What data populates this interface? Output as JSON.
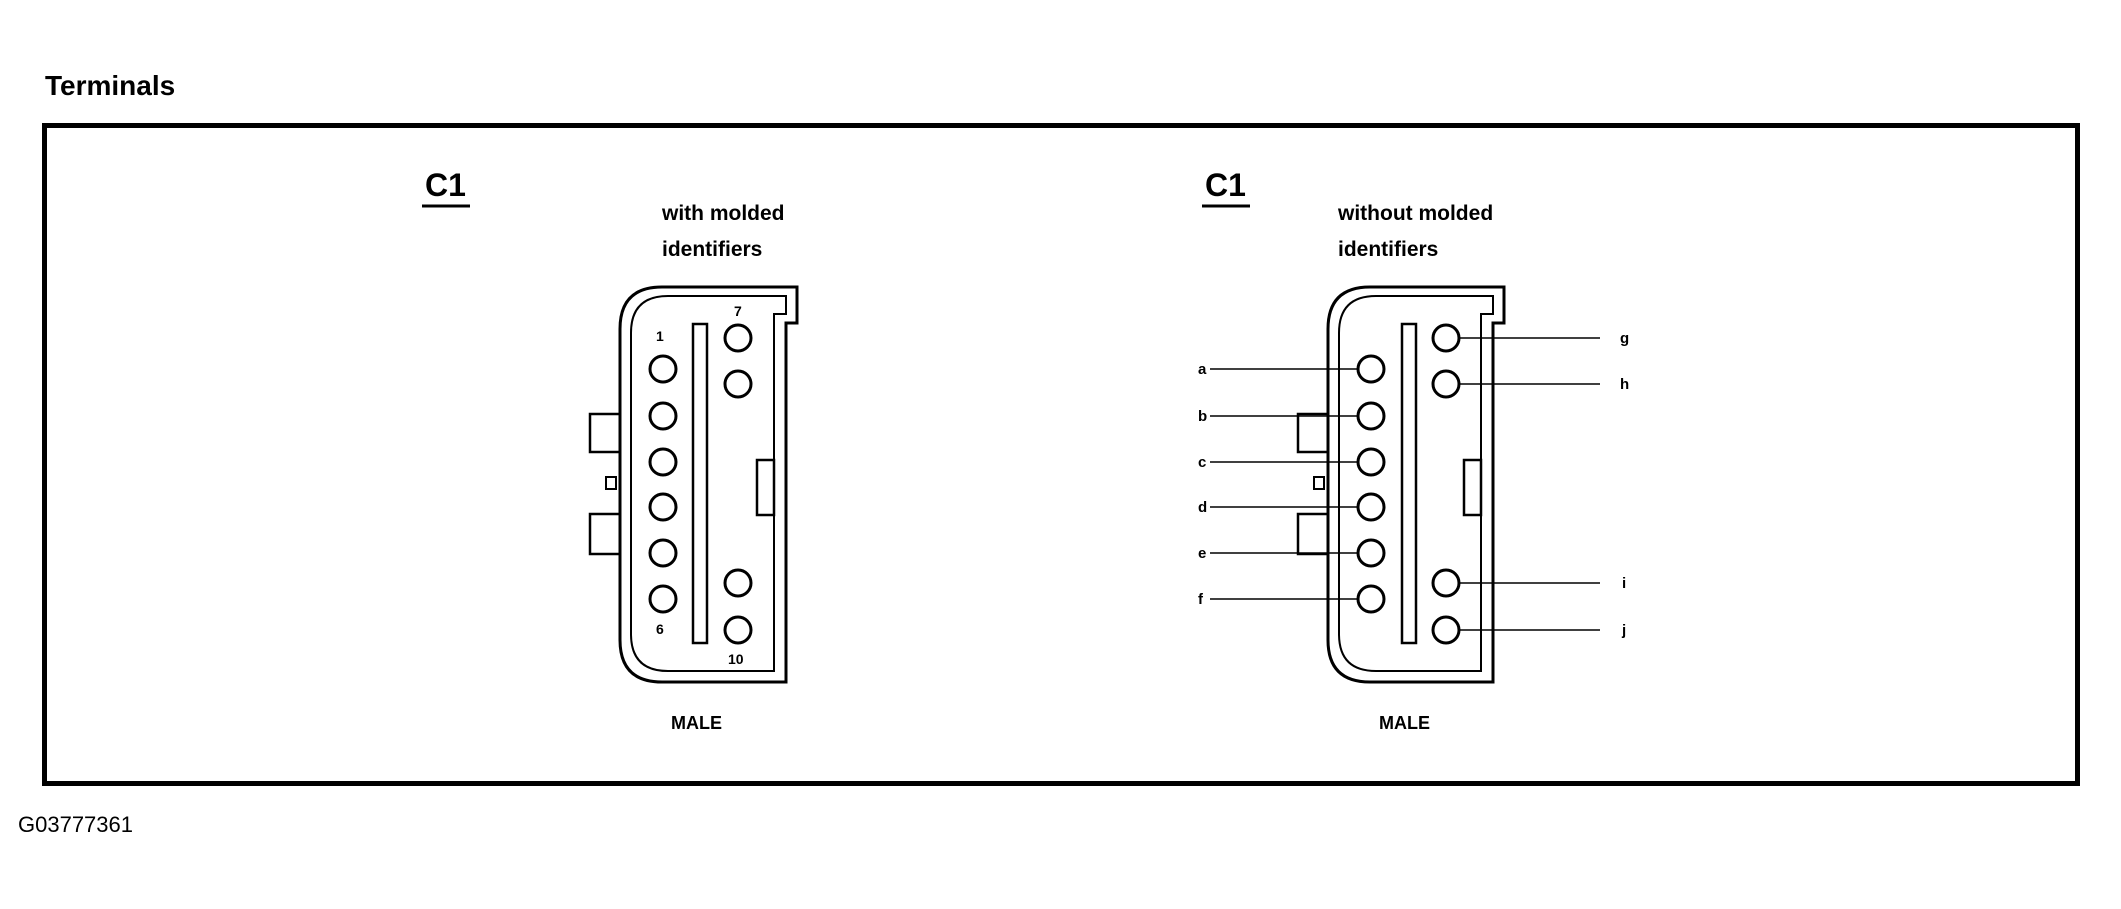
{
  "title": "Terminals",
  "footer_id": "G03777361",
  "connectors": [
    {
      "label": "C1",
      "subtitle_line1": "with molded",
      "subtitle_line2": "identifiers",
      "gender": "MALE",
      "pin_labels": [
        "1",
        "6",
        "7",
        "10"
      ]
    },
    {
      "label": "C1",
      "subtitle_line1": "without molded",
      "subtitle_line2": "identifiers",
      "gender": "MALE",
      "pin_letters": [
        "a",
        "b",
        "c",
        "d",
        "e",
        "f",
        "g",
        "h",
        "i",
        "j"
      ]
    }
  ]
}
